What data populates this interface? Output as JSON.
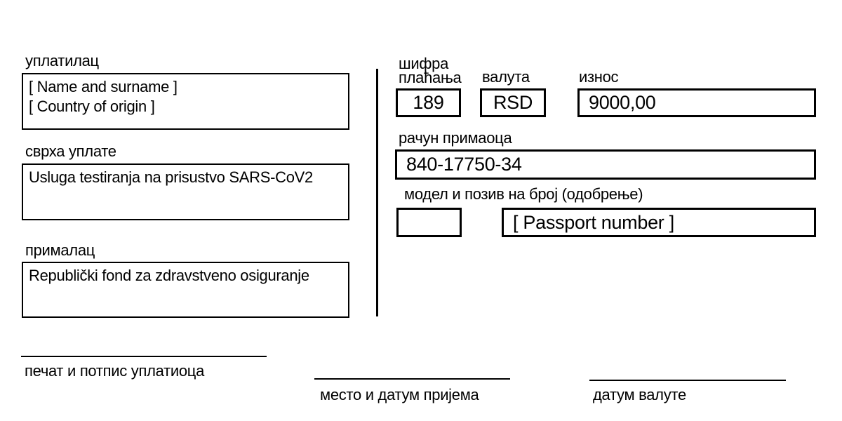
{
  "colors": {
    "ink": "#000000",
    "paper": "#ffffff"
  },
  "form": {
    "payer": {
      "label": "уплатилац",
      "value_line1": "[ Name and surname ]",
      "value_line2": "[ Country of origin ]"
    },
    "purpose": {
      "label": "сврха уплате",
      "value": "Usluga testiranja na prisustvo SARS-CoV2"
    },
    "recipient": {
      "label": "прималац",
      "value": "Republički fond za zdravstveno osiguranje"
    },
    "payment_code": {
      "label_line1": "шифра",
      "label_line2": "плаћања",
      "value": "189"
    },
    "currency": {
      "label": "валута",
      "value": "RSD"
    },
    "amount": {
      "label": "износ",
      "value": "9000,00"
    },
    "recipient_account": {
      "label": "рачун примаоца",
      "value": "840-17750-34"
    },
    "model_and_reference": {
      "label": "модел и позив на број (одобрење)",
      "model_value": "",
      "reference_value": "[ Passport number ]"
    },
    "footer": {
      "payer_signature_label": "печат и потпис уплатиоца",
      "place_and_date_label": "место и датум пријема",
      "value_date_label": "датум валуте"
    }
  }
}
